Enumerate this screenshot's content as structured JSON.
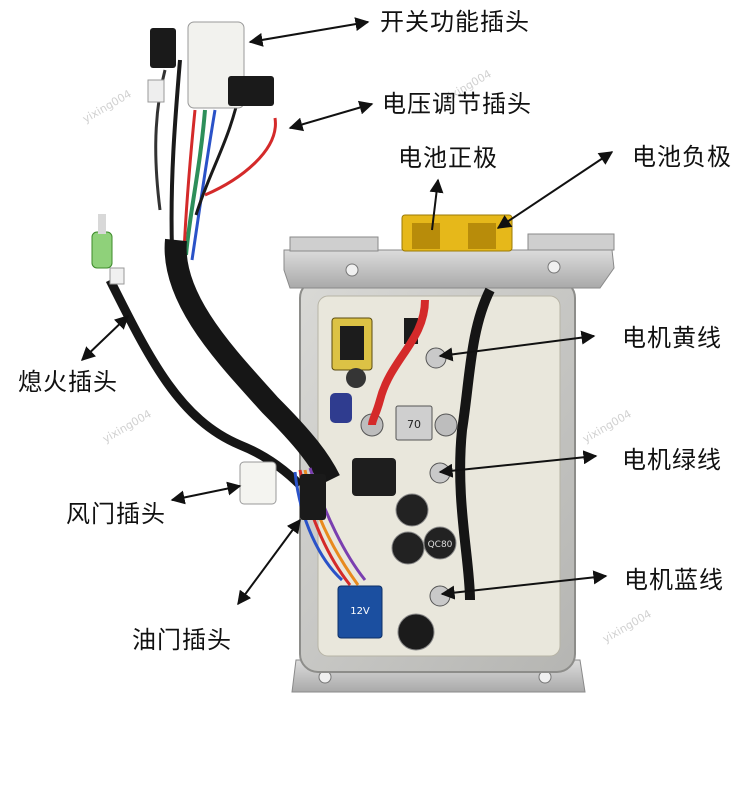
{
  "labels": {
    "switch_plug": "开关功能插头",
    "voltage_plug": "电压调节插头",
    "battery_pos": "电池正极",
    "battery_neg": "电池负极",
    "ignition_plug": "熄火插头",
    "motor_yellow": "电机黄线",
    "motor_green": "电机绿线",
    "choke_plug": "风门插头",
    "motor_blue": "电机蓝线",
    "throttle_plug": "油门插头"
  },
  "components": {
    "fuse_text": "70",
    "cap_text": "QC80",
    "relay_text": "12V"
  },
  "watermark": "yixing004",
  "colors": {
    "housing": "#c9c9c6",
    "board": "#e9e7dc",
    "battery_terminal": "#e6b81a",
    "wire_red": "#d42a2a",
    "wire_green": "#2d8f5a",
    "wire_blue": "#2a52c8"
  }
}
